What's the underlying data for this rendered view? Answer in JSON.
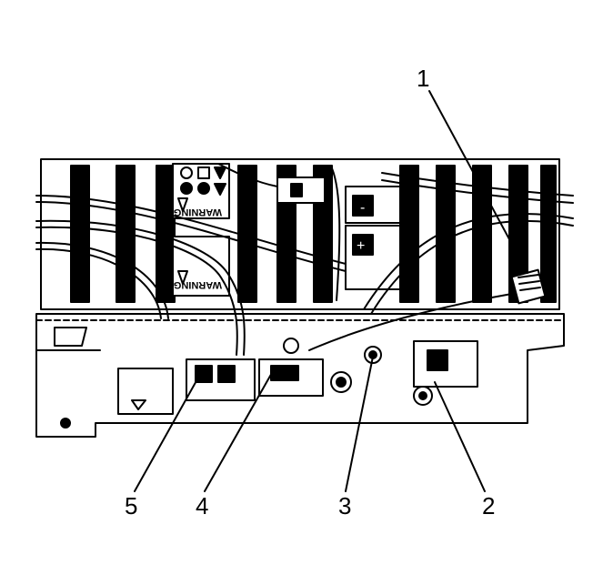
{
  "diagram": {
    "callouts": [
      {
        "id": "1",
        "label": "1"
      },
      {
        "id": "2",
        "label": "2"
      },
      {
        "id": "3",
        "label": "3"
      },
      {
        "id": "4",
        "label": "4"
      },
      {
        "id": "5",
        "label": "5"
      }
    ],
    "module_markings": {
      "warning_text": "WARNING",
      "negative_terminal": "-",
      "positive_terminal": "+"
    },
    "colors": {
      "line": "#000000",
      "background": "#ffffff"
    }
  }
}
